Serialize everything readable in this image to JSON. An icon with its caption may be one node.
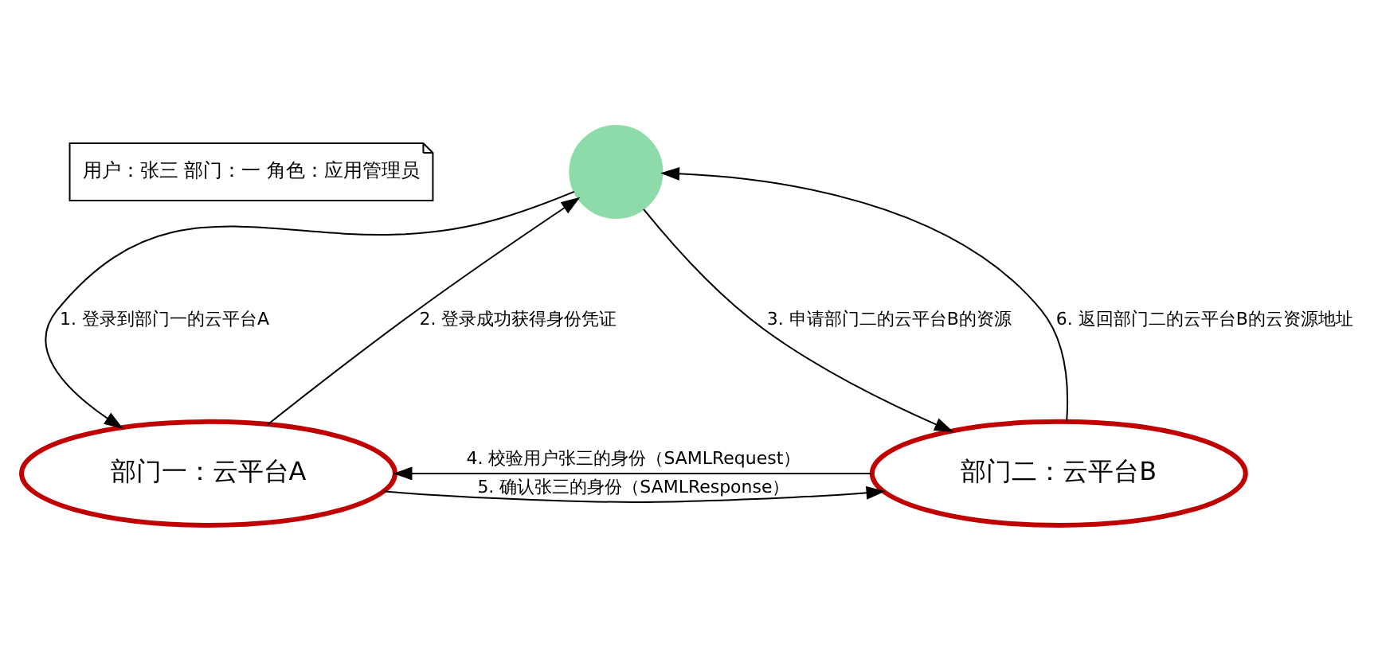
{
  "diagram": {
    "nodes": [
      {
        "text": [
          "用户：张三 部门：一 角色：应用管理员"
        ]
      },
      {
        "text": [],
        "shape": "person"
      },
      {
        "text": [
          "部门一：云平台A"
        ]
      },
      {
        "text": [
          "部门二：云平台B"
        ]
      }
    ],
    "edges": [
      {
        "from": 1,
        "to": 2,
        "arrow": "to",
        "label": "1. 登录到部门一的云平台A"
      },
      {
        "from": 2,
        "to": 1,
        "arrow": "to",
        "label": "2. 登录成功获得身份凭证"
      },
      {
        "from": 1,
        "to": 3,
        "arrow": "to",
        "label": "3. 申请部门二的云平台B的资源"
      },
      {
        "from": 3,
        "to": 2,
        "arrow": "to",
        "label": "4. 校验用户张三的身份（SAMLRequest）"
      },
      {
        "from": 2,
        "to": 3,
        "arrow": "to",
        "label": "5. 确认张三的身份（SAMLResponse）"
      },
      {
        "from": 3,
        "to": 1,
        "arrow": "to",
        "label": "6. 返回部门二的云平台B的云资源地址"
      }
    ]
  }
}
